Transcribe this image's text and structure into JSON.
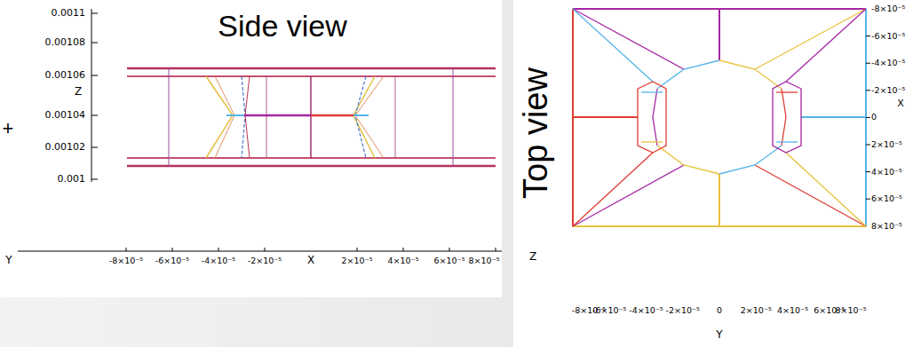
{
  "diagram": {
    "labels": [
      "Side view",
      "0.0011",
      "0.00108",
      "0.00106",
      "0.00104",
      "0.00102",
      "0.001",
      "Z",
      "+",
      "Y",
      "-8×10⁻⁵",
      "-6×10⁻⁵",
      "-4×10⁻⁵",
      "-2×10⁻⁵",
      "2×10⁻⁵",
      "4×10⁻⁵",
      "6×10⁻⁵",
      "8×10⁻⁵",
      "X",
      "Top view",
      "-8×10⁻⁵",
      "-6×10⁻⁵",
      "-4×10⁻⁵",
      "-2×10⁻⁵",
      "0",
      "2×10⁻⁵",
      "4×10⁻⁵",
      "6×10⁻⁵",
      "8×10⁻⁵",
      "X",
      "Z",
      "-8×10⁻⁵",
      "-6×10⁻⁵",
      "-4×10⁻⁵",
      "-2×10⁻⁵",
      "0",
      "2×10⁻⁵",
      "4×10⁻⁵",
      "6×10⁻⁵",
      "8×10⁻⁵",
      "Y"
    ]
  }
}
